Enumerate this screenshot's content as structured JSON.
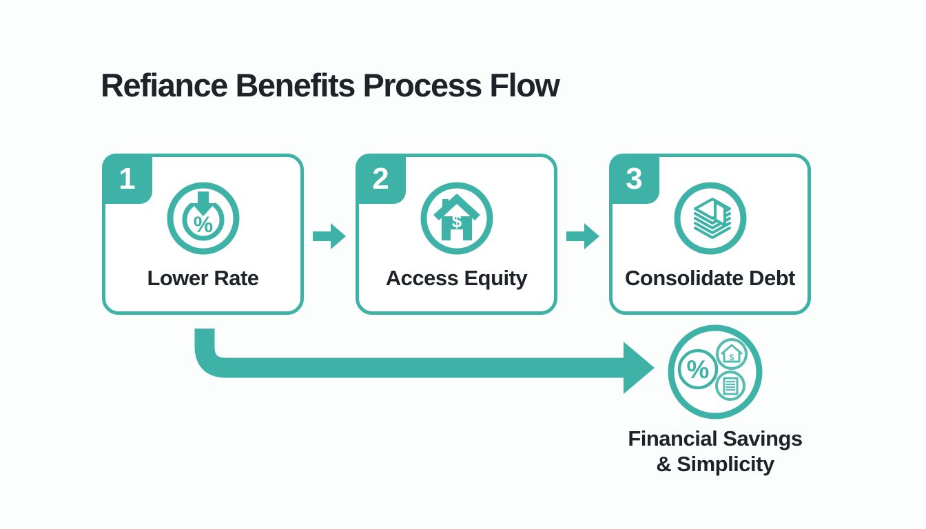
{
  "title": "Refiance Benefits Process Flow",
  "steps": [
    {
      "number": "1",
      "label": "Lower Rate",
      "icon": "rate-down-percent-icon"
    },
    {
      "number": "2",
      "label": "Access Equity",
      "icon": "house-dollar-icon"
    },
    {
      "number": "3",
      "label": "Consolidate Debt",
      "icon": "money-stack-icon"
    }
  ],
  "connectors": {
    "between_steps": "right-arrow-icon",
    "to_outcome": "curved-right-arrow-icon"
  },
  "outcome": {
    "label_line1": "Financial Savings",
    "label_line2": "& Simplicity",
    "icon_cluster": [
      "percent-icon",
      "house-dollar-icon",
      "document-icon"
    ],
    "percent_glyph": "%",
    "dollar_glyph": "$"
  },
  "icon_glyphs": {
    "step1_percent": "%",
    "step2_dollar": "$"
  },
  "colors": {
    "teal": "#3fb2a7",
    "teal_light": "#55bcb2",
    "text_dark": "#1d2328",
    "box_background": "#ffffff",
    "page_background": "#fcfdfd",
    "badge_text": "#ffffff"
  }
}
